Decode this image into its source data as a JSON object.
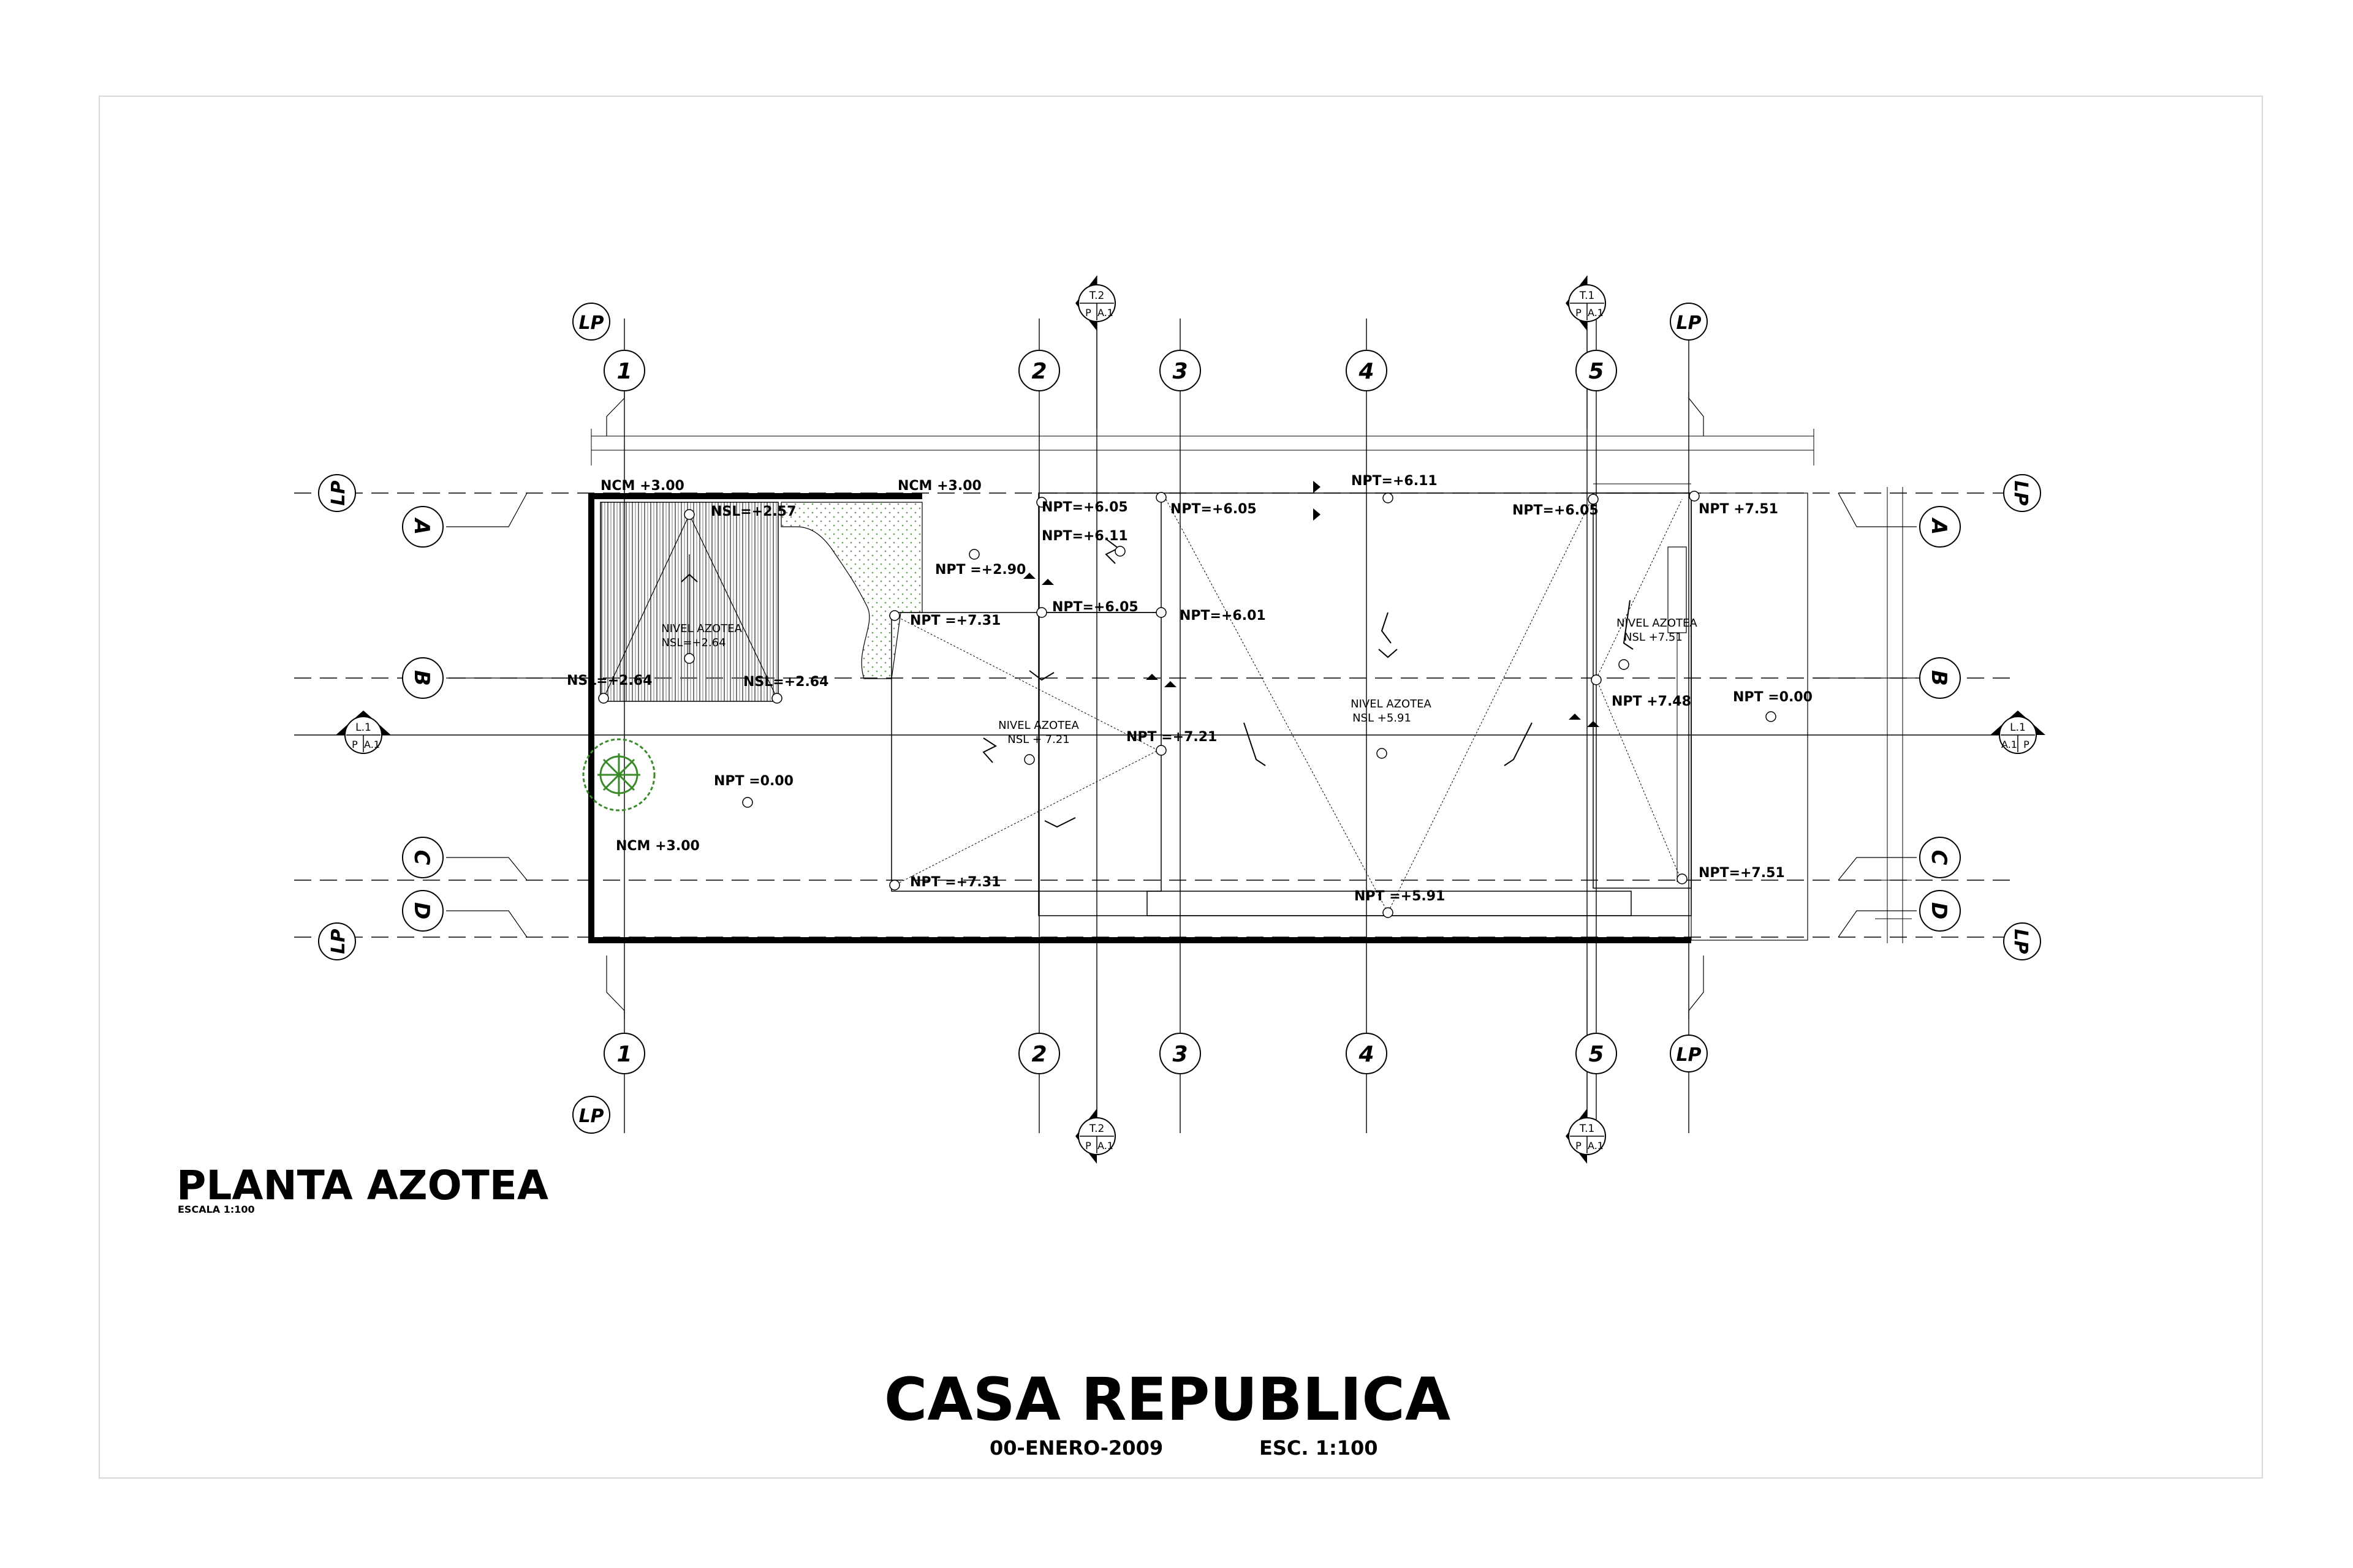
{
  "drawing": {
    "title": "PLANTA AZOTEA",
    "scale_note": "ESCALA 1:100",
    "project": "CASA REPUBLICA",
    "date": "00-ENERO-2009",
    "scale": "ESC. 1:100"
  },
  "grid_columns": [
    "1",
    "2",
    "3",
    "4",
    "5"
  ],
  "grid_rows": [
    "A",
    "B",
    "C",
    "D"
  ],
  "lp_label": "LP",
  "section_marks": [
    {
      "id": "T2-top",
      "top": "T.2",
      "left": "P",
      "right": "A.1"
    },
    {
      "id": "T1-top",
      "top": "T.1",
      "left": "P",
      "right": "A.1"
    },
    {
      "id": "T2-bot",
      "top": "T.2",
      "left": "P",
      "right": "A.1"
    },
    {
      "id": "T1-bot",
      "top": "T.1",
      "left": "P",
      "right": "A.1"
    },
    {
      "id": "L1-left",
      "top": "L.1",
      "left": "P",
      "right": "A.1"
    },
    {
      "id": "L1-right",
      "top": "L.1",
      "left": "A.1",
      "right": "P"
    }
  ],
  "levels": {
    "ncm_1": "NCM +3.00",
    "ncm_2": "NCM +3.00",
    "ncm_3": "NCM +3.00",
    "nsl_257": "NSL=+2.57",
    "nsl_264a": "NSL=+2.64",
    "nsl_264b": "NSL=+2.64",
    "nivel_1": "NIVEL AZOTEA",
    "nivel_1_sub": "NSL=+2.64",
    "npt_000a": "NPT =0.00",
    "npt_290": "NPT =+2.90",
    "npt_731a": "NPT =+7.31",
    "npt_731b": "NPT =+7.31",
    "nivel_2": "NIVEL AZOTEA",
    "nivel_2_sub": "NSL + 7.21",
    "npt_721": "NPT =+7.21",
    "npt_605a": "NPT=+6.05",
    "npt_611a": "NPT=+6.11",
    "npt_605b": "NPT=+6.05",
    "npt_605c": "NPT=+6.05",
    "npt_611b": "NPT=+6.11",
    "npt_601": "NPT=+6.01",
    "npt_605d": "NPT=+6.05",
    "nivel_3": "NIVEL AZOTEA",
    "nivel_3_sub": "NSL +5.91",
    "npt_591": "NPT =+5.91",
    "npt_751a": "NPT +7.51",
    "nivel_4": "NIVEL AZOTEA",
    "nivel_4_sub": "NSL +7.51",
    "npt_748": "NPT +7.48",
    "npt_000b": "NPT =0.00",
    "npt_751b": "NPT=+7.51"
  },
  "colors": {
    "line": "#000000",
    "tree": "#3a8a2a",
    "hatch": "#6a9a5a"
  }
}
